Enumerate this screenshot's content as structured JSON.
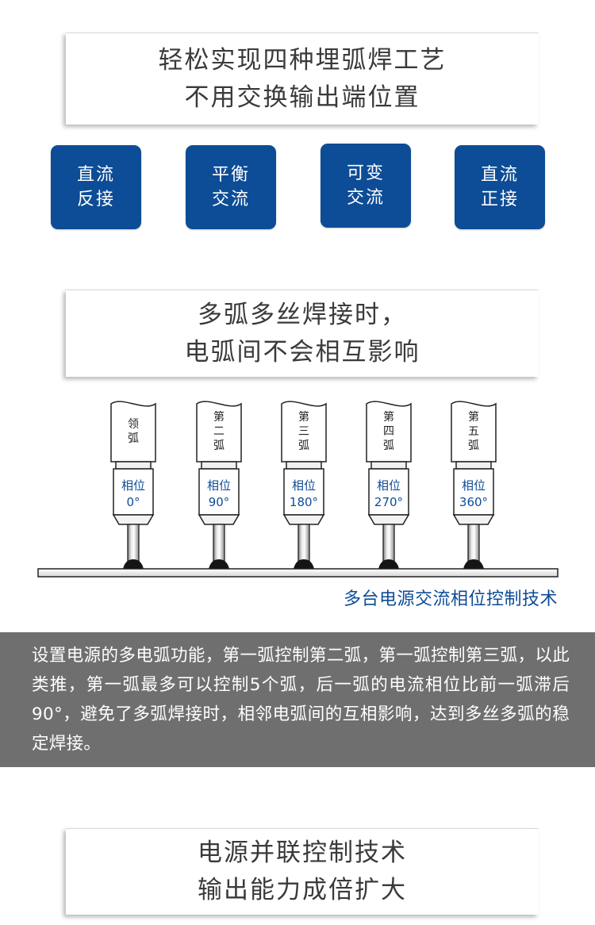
{
  "section1": {
    "title_line1": "轻松实现四种埋弧焊工艺",
    "title_line2": "不用交换输出端位置",
    "modes": [
      {
        "line1": "直流",
        "line2": "反接"
      },
      {
        "line1": "平衡",
        "line2": "交流"
      },
      {
        "line1": "可变",
        "line2": "交流"
      },
      {
        "line1": "直流",
        "line2": "正接"
      }
    ]
  },
  "section2": {
    "title_line1": "多弧多丝焊接时，",
    "title_line2": "电弧间不会相互影响",
    "torches": [
      {
        "arc_label": [
          "领",
          "弧"
        ],
        "phase_label": "相位",
        "phase_value": "0°"
      },
      {
        "arc_label": [
          "第",
          "二",
          "弧"
        ],
        "phase_label": "相位",
        "phase_value": "90°"
      },
      {
        "arc_label": [
          "第",
          "三",
          "弧"
        ],
        "phase_label": "相位",
        "phase_value": "180°"
      },
      {
        "arc_label": [
          "第",
          "四",
          "弧"
        ],
        "phase_label": "相位",
        "phase_value": "270°"
      },
      {
        "arc_label": [
          "第",
          "五",
          "弧"
        ],
        "phase_label": "相位",
        "phase_value": "360°"
      }
    ],
    "caption": "多台电源交流相位控制技术",
    "description": "设置电源的多电弧功能，第一弧控制第二弧，第一弧控制第三弧，以此类推，第一弧最多可以控制5个弧，后一弧的电流相位比前一弧滞后90°，避免了多弧焊接时，相邻电弧间的互相影响，达到多丝多弧的稳定焊接。"
  },
  "section3": {
    "title_line1": "电源并联控制技术",
    "title_line2": "输出能力成倍扩大"
  },
  "colors": {
    "accent_blue": "#0d4c96",
    "band_gray": "#6f6f6f",
    "text_dark": "#3a3a3a"
  }
}
